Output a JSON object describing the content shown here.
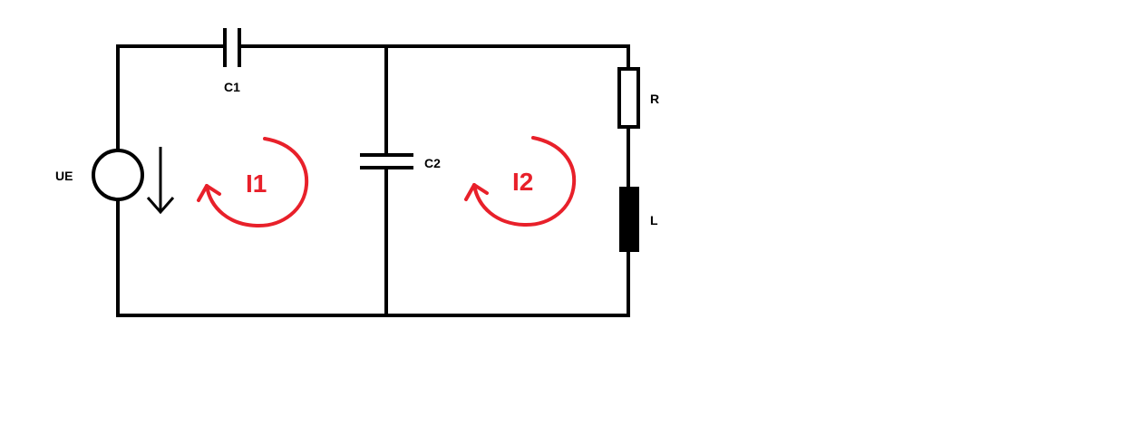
{
  "components": {
    "source": {
      "label": "UE"
    },
    "c1": {
      "label": "C1"
    },
    "c2": {
      "label": "C2"
    },
    "r": {
      "label": "R"
    },
    "l": {
      "label": "L"
    }
  },
  "loops": [
    {
      "label": "I1"
    },
    {
      "label": "I2"
    }
  ],
  "colors": {
    "wire": "#000000",
    "loop": "#e8202a",
    "inductor_fill": "#000000",
    "background": "#ffffff"
  }
}
